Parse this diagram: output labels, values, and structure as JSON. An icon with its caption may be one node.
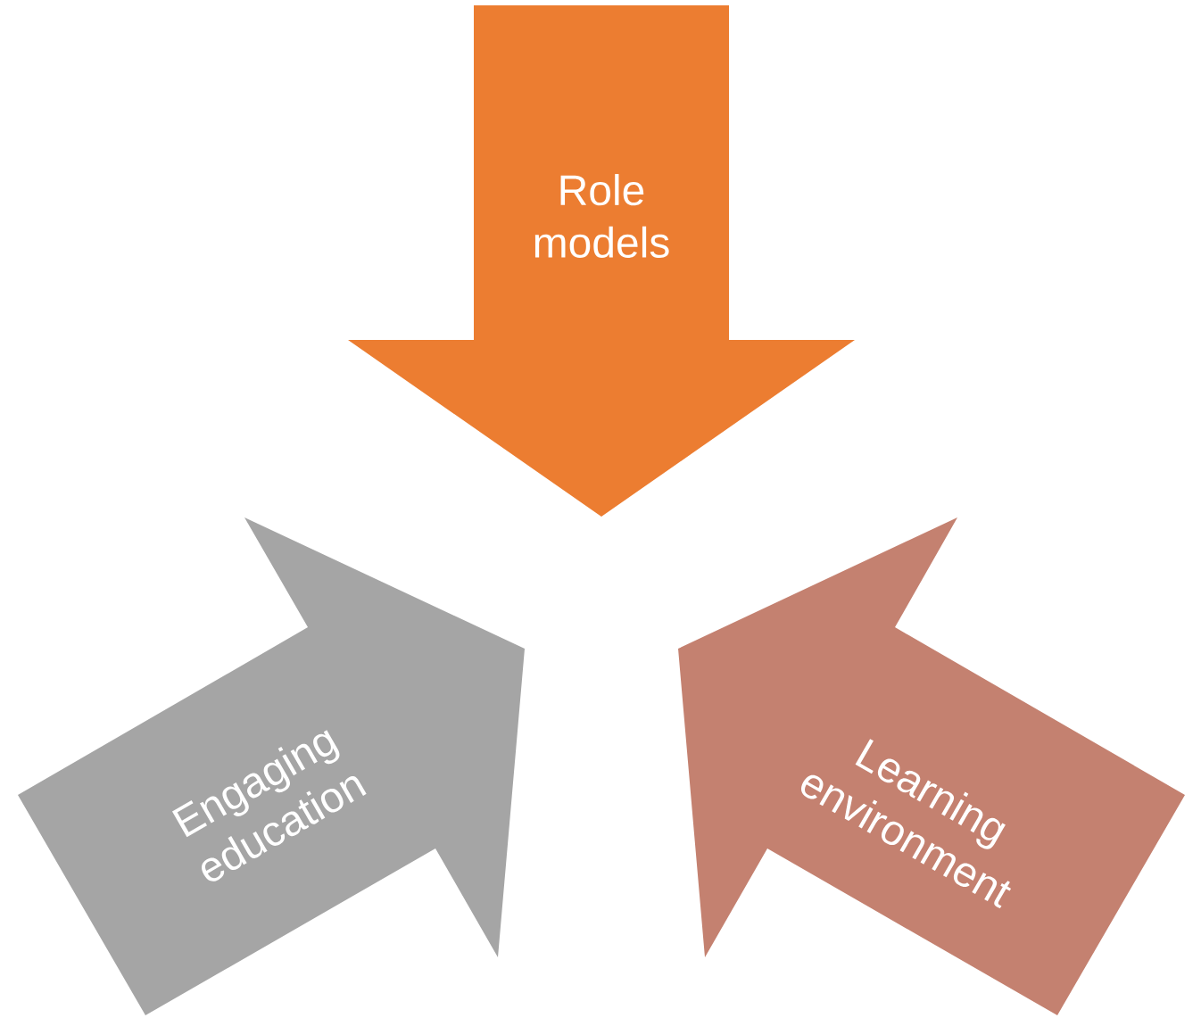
{
  "diagram": {
    "nodes": [
      {
        "text": [
          "Role models"
        ]
      },
      {
        "text": [
          "Engaging education"
        ]
      },
      {
        "text": [
          "Learning environment"
        ]
      }
    ]
  }
}
